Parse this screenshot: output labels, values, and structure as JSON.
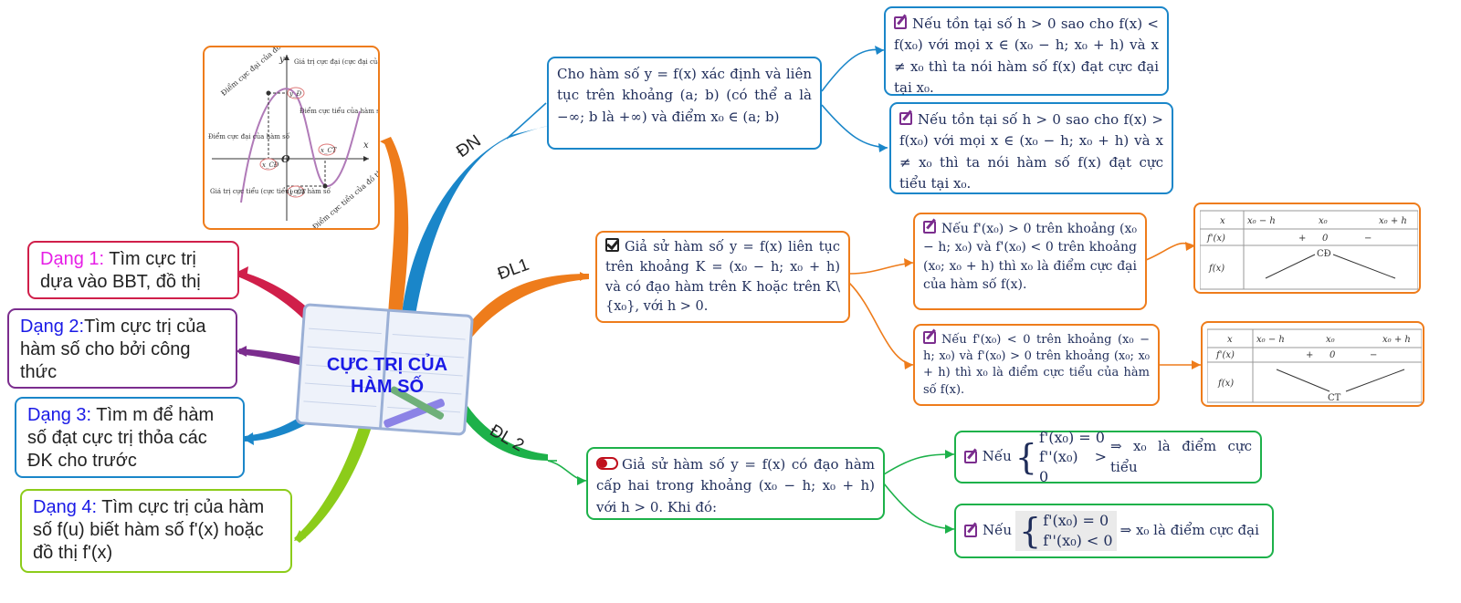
{
  "center": {
    "title_line1": "CỰC TRỊ CỦA",
    "title_line2": "HÀM SỐ"
  },
  "colors": {
    "blue": "#1a86c9",
    "orange": "#ee7c1b",
    "green": "#1db14a",
    "red": "#d01f4a",
    "purple": "#7b2d8e",
    "lightblue": "#1a86c9",
    "lime": "#8ccc1a"
  },
  "branches": {
    "dn": "ĐN",
    "dl1": "ĐL1",
    "dl2": "ĐL 2"
  },
  "dn": {
    "def": "Cho hàm số y = f(x) xác định và liên tục trên khoảng (a; b) (có thể a là −∞; b là +∞) và điểm x₀ ∈ (a; b)",
    "max": "Nếu tồn tại số h > 0 sao cho f(x) < f(x₀) với mọi x ∈ (x₀ − h; x₀ + h) và x ≠ x₀ thì ta nói hàm số f(x) đạt cực đại tại x₀.",
    "min": "Nếu tồn tại số h > 0 sao cho f(x) > f(x₀) với mọi x ∈ (x₀ − h; x₀ + h) và x ≠ x₀ thì ta nói hàm số f(x) đạt cực tiểu tại x₀."
  },
  "dl1": {
    "main": "Giả sử hàm số y = f(x) liên tục trên khoảng K = (x₀ − h; x₀ + h) và có đạo hàm trên K hoặc trên K\\{x₀}, với h > 0.",
    "max": "Nếu f'(x₀) > 0 trên khoảng (x₀ − h; x₀) và f'(x₀) < 0 trên khoảng (x₀; x₀ + h) thì x₀ là điểm cực đại của hàm số f(x).",
    "min": "Nếu f'(x₀) < 0 trên khoảng (x₀ − h; x₀) và f'(x₀) > 0 trên khoảng (x₀; x₀ + h) thì x₀ là điểm cực tiểu của hàm số f(x).",
    "table_max": {
      "h_x": "x",
      "h_a": "x₀ − h",
      "h_b": "x₀",
      "h_c": "x₀ + h",
      "r1": "f'(x)",
      "s1": "+",
      "s2": "0",
      "s3": "−",
      "r2": "f(x)",
      "label": "CĐ"
    },
    "table_min": {
      "h_x": "x",
      "h_a": "x₀ − h",
      "h_b": "x₀",
      "h_c": "x₀ + h",
      "r1": "f'(x)",
      "s1": "+",
      "s2": "0",
      "s3": "−",
      "r2": "f(x)",
      "label": "CT"
    }
  },
  "dl2": {
    "main": "Giả sử hàm số y = f(x) có đạo hàm cấp hai trong khoảng (x₀ − h; x₀ + h) với h > 0. Khi đó:",
    "min_prefix": "Nếu",
    "min_l1": "f'(x₀) = 0",
    "min_l2": "f''(x₀) > 0",
    "min_res": "⇒ x₀ là điểm cực tiểu",
    "max_prefix": "Nếu",
    "max_l1": "f'(x₀) = 0",
    "max_l2": "f''(x₀) < 0",
    "max_res": "⇒ x₀ là điểm cực đại"
  },
  "dang": [
    {
      "tag": "Dạng 1:",
      "text": " Tìm cực trị dựa vào BBT, đồ thị",
      "tag_color": "#e61ee6"
    },
    {
      "tag": "Dạng 2:",
      "text": "Tìm cực trị của hàm số cho bởi công thức",
      "tag_color": "#1a1ae6"
    },
    {
      "tag": "Dạng 3:",
      "text": " Tìm m để hàm số đạt cực trị thỏa các ĐK cho trước",
      "tag_color": "#1a1ae6"
    },
    {
      "tag": "Dạng 4:",
      "text": " Tìm cực trị của hàm số f(u) biết hàm số f'(x) hoặc đồ thị f'(x)",
      "tag_color": "#1a1ae6"
    }
  ],
  "graph": {
    "y_axis": "y",
    "x_axis": "x",
    "origin": "O",
    "lbl_max_point": "Điểm cực đại của đồ thị",
    "lbl_max_value": "Giá trị cực đại (cực đại của hàm số",
    "lbl_min_point_fn": "Điểm cực tiểu của hàm số",
    "lbl_max_point_fn": "Điểm cực đại của hàm số",
    "lbl_min_value": "Giá trị cực tiểu (cực tiểu) của hàm số",
    "lbl_min_point": "Điểm cực tiểu của đồ thị",
    "yd": "y_Đ",
    "xct": "x_CT",
    "xcd": "x_CĐ",
    "yct": "y_CT"
  }
}
